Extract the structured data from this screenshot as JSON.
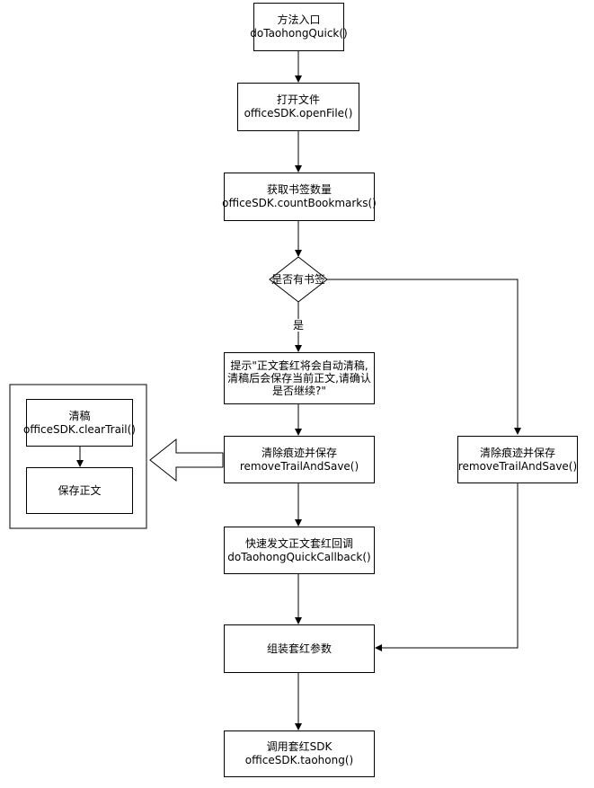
{
  "nodes": {
    "entry": {
      "line1": "方法入口",
      "line2": "doTaohongQuick()"
    },
    "open_file": {
      "line1": "打开文件",
      "line2": "officeSDK.openFile()"
    },
    "count": {
      "line1": "获取书签数量",
      "line2": "officeSDK.countBookmarks()"
    },
    "decision": {
      "label": "是否有书签",
      "yes_label": "是"
    },
    "prompt": {
      "text": "提示\"正文套红将会自动清稿,清稿后会保存当前正文,请确认是否继续?\""
    },
    "remove_left": {
      "line1": "清除痕迹并保存",
      "line2": "removeTrailAndSave()"
    },
    "remove_right": {
      "line1": "清除痕迹并保存",
      "line2": "removeTrailAndSave()"
    },
    "callback": {
      "line1": "快速发文正文套红回调",
      "line2": "doTaohongQuickCallback()"
    },
    "assemble": {
      "line1": "组装套红参数"
    },
    "call_sdk": {
      "line1": "调用套红SDK",
      "line2": "officeSDK.taohong()"
    },
    "clear_trail": {
      "line1": "清稿",
      "line2": "officeSDK.clearTrail()"
    },
    "save_body": {
      "line1": "保存正文"
    }
  }
}
